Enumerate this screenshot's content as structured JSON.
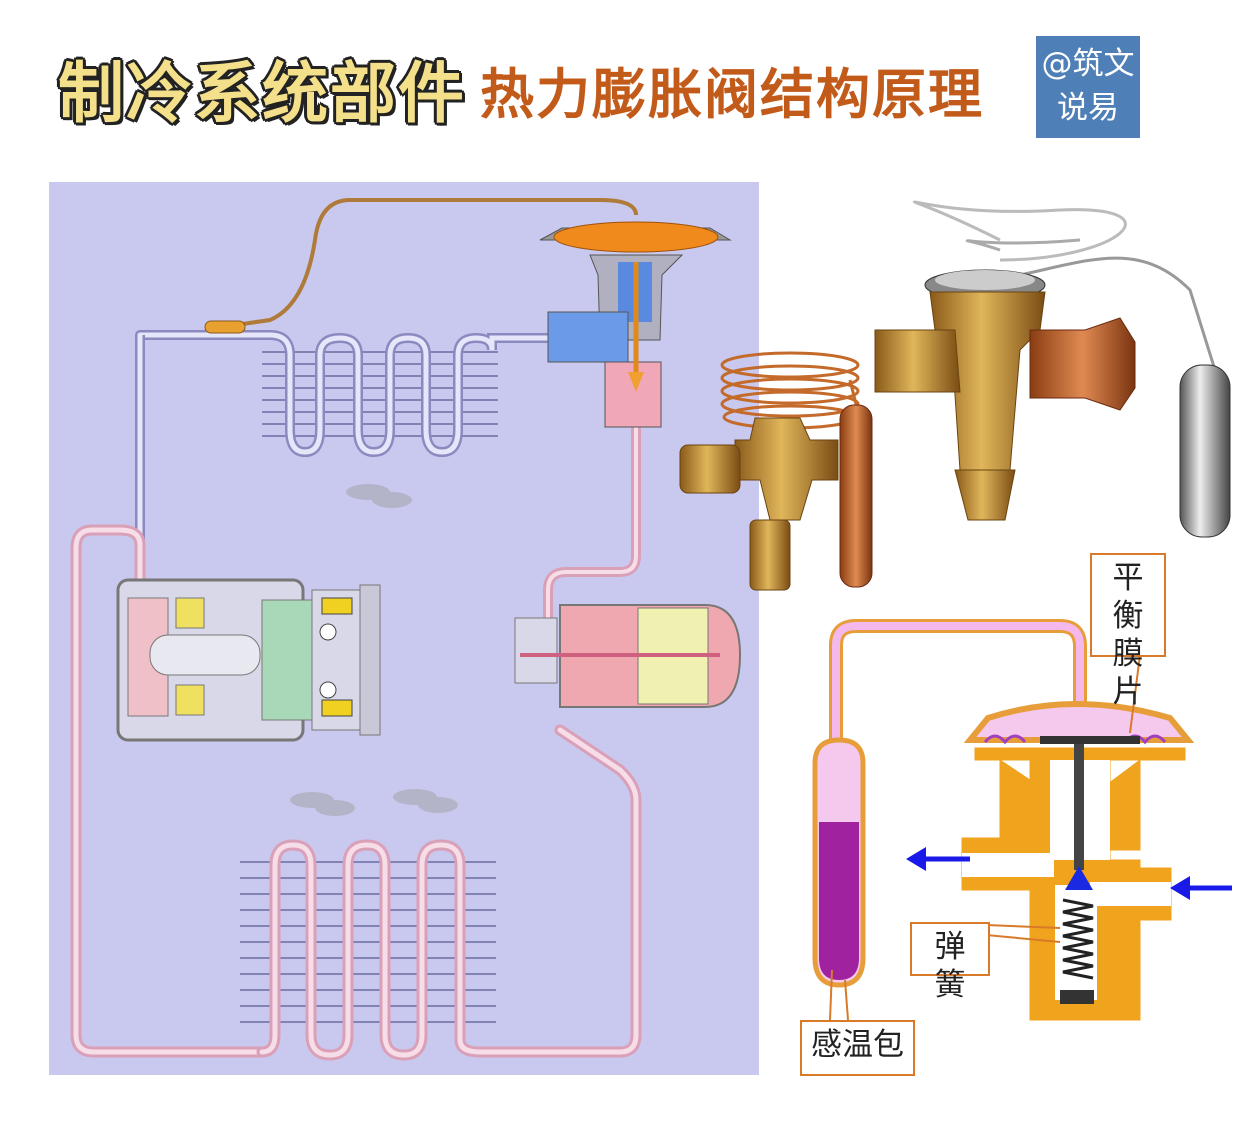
{
  "header": {
    "title_main": "制冷系统部件",
    "title_sub": "热力膨胀阀结构原理"
  },
  "watermark": {
    "line1": "@筑文",
    "line2": "说易"
  },
  "labels": {
    "diaphragm_line1": "平衡",
    "diaphragm_line2": "膜片",
    "spring": "弹簧",
    "sensing_bulb": "感温包"
  },
  "colors": {
    "panel_bg": "#c9c8ee",
    "valve_body": "#f0a31c",
    "bulb_fluid": "#a0229e",
    "capillary": "#f2b6e6",
    "flow_arrow": "#1a1ae8",
    "callout_border": "#d97a2a"
  }
}
